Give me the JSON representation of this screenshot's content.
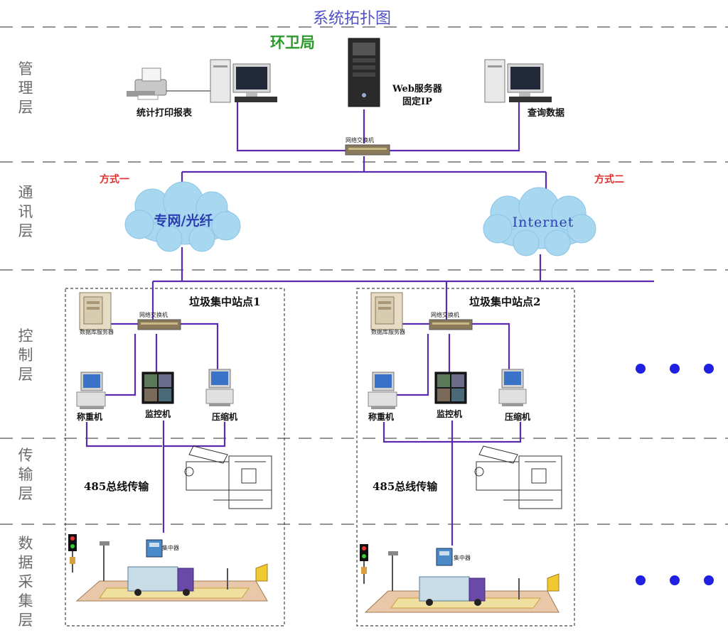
{
  "title": "系统拓扑图",
  "agency": "环卫局",
  "layers": [
    "管理层",
    "通讯层",
    "控制层",
    "传输层",
    "数据采集层"
  ],
  "management": {
    "print_label": "统计打印报表",
    "web_server_line1": "Web服务器",
    "web_server_line2": "固定IP",
    "query_label": "查询数据",
    "switch_label": "网络交换机"
  },
  "communication": {
    "mode1_label": "方式一",
    "mode2_label": "方式二",
    "cloud1_label": "专网/光纤",
    "cloud2_label": "Internet"
  },
  "stations": [
    {
      "name": "垃圾集中站点1",
      "db_server_label": "数据库服务器",
      "switch_label": "网络交换机",
      "weigh_label": "称重机",
      "monitor_label": "监控机",
      "compress_label": "压缩机",
      "bus_label": "485总线传输",
      "concentrator_label": "集中器"
    },
    {
      "name": "垃圾集中站点2",
      "db_server_label": "数据库服务器",
      "switch_label": "网络交换机",
      "weigh_label": "称重机",
      "monitor_label": "监控机",
      "compress_label": "压缩机",
      "bus_label": "485总线传输",
      "concentrator_label": "集中器"
    }
  ],
  "colors": {
    "title": "#5050c8",
    "agency": "#2a9a2a",
    "mode_label": "#e03030",
    "line": "#5a2ab0",
    "cloud": "#a8d8f0",
    "cloud_text": "#2c3fb0",
    "dots": "#2020e0",
    "layer_label": "#6b6b6b",
    "dashes": "#555555"
  }
}
